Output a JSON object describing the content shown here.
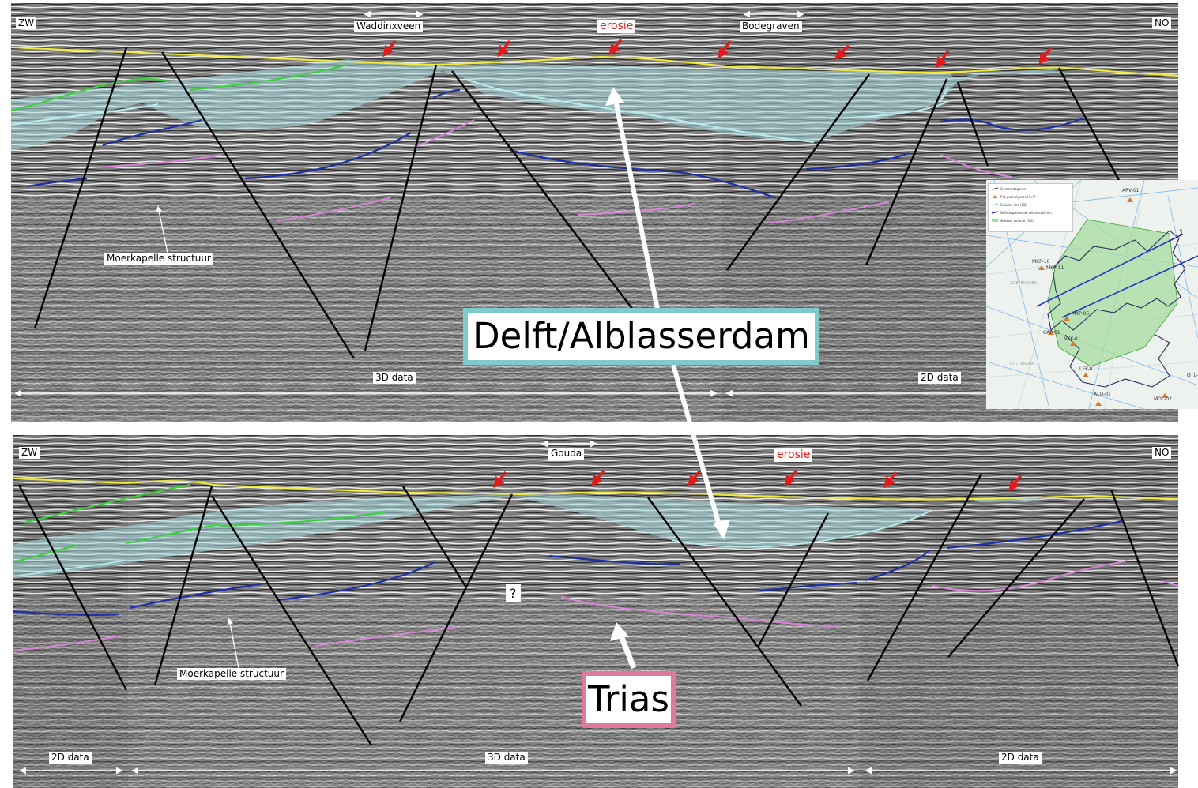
{
  "panel_top": {
    "left_label": "ZW",
    "right_label": "NO",
    "place_1": "Waddinxveen",
    "place_2": "Bodegraven",
    "erosion_label": "erosie",
    "structure_label": "Moerkapelle structuur",
    "data_3d_label": "3D data",
    "data_2d_label": "2D data"
  },
  "panel_bottom": {
    "left_label": "ZW",
    "right_label": "NO",
    "place_1": "Gouda",
    "erosion_label": "erosie",
    "structure_label": "Moerkapelle structuur",
    "data_2d_left_label": "2D data",
    "data_3d_label": "3D data",
    "data_2d_right_label": "2D data",
    "question_mark": "?"
  },
  "callouts": {
    "delft": "Delft/Alblasserdam",
    "trias": "Trias"
  },
  "inset_map": {
    "legend": [
      {
        "label": "Gemeentegrens",
        "icon": "boundary-line"
      },
      {
        "label": "Put geanalyseerd in IP",
        "icon": "well-triangle"
      },
      {
        "label": "Seismic line (2D)",
        "icon": "seismic-line-2d"
      },
      {
        "label": "Geïnterpreteerde seismische lijn",
        "icon": "interpreted-line"
      },
      {
        "label": "Seismic volume (3D)",
        "icon": "volume-square"
      }
    ],
    "wells": [
      "ARV-01",
      "MKP-10",
      "MKP-11",
      "MKP-05",
      "CAP-01",
      "NKK-01",
      "LEK-01",
      "ALD-01",
      "MOL-02",
      "OTL-"
    ],
    "line_number": "1",
    "place_names": [
      "ZOETERMEER",
      "ROTTERDAM"
    ],
    "colors": {
      "volume_fill": "#a6dca0",
      "interpreted_line": "#2233cc",
      "seismic_lines": "#7fb6ea",
      "boundary": "#2a2a5a",
      "wells": "#d9772a"
    }
  },
  "colors": {
    "background": "#7a7a7a",
    "erosion_surface": "#f0ea3a",
    "shaded_unit": "#a9dde0",
    "green_horizon": "#3ad13a",
    "blue_horizon": "#1e2fa8",
    "pink_horizon": "#d486d4",
    "faults": "#000000",
    "arrows": "#e31b1b"
  }
}
